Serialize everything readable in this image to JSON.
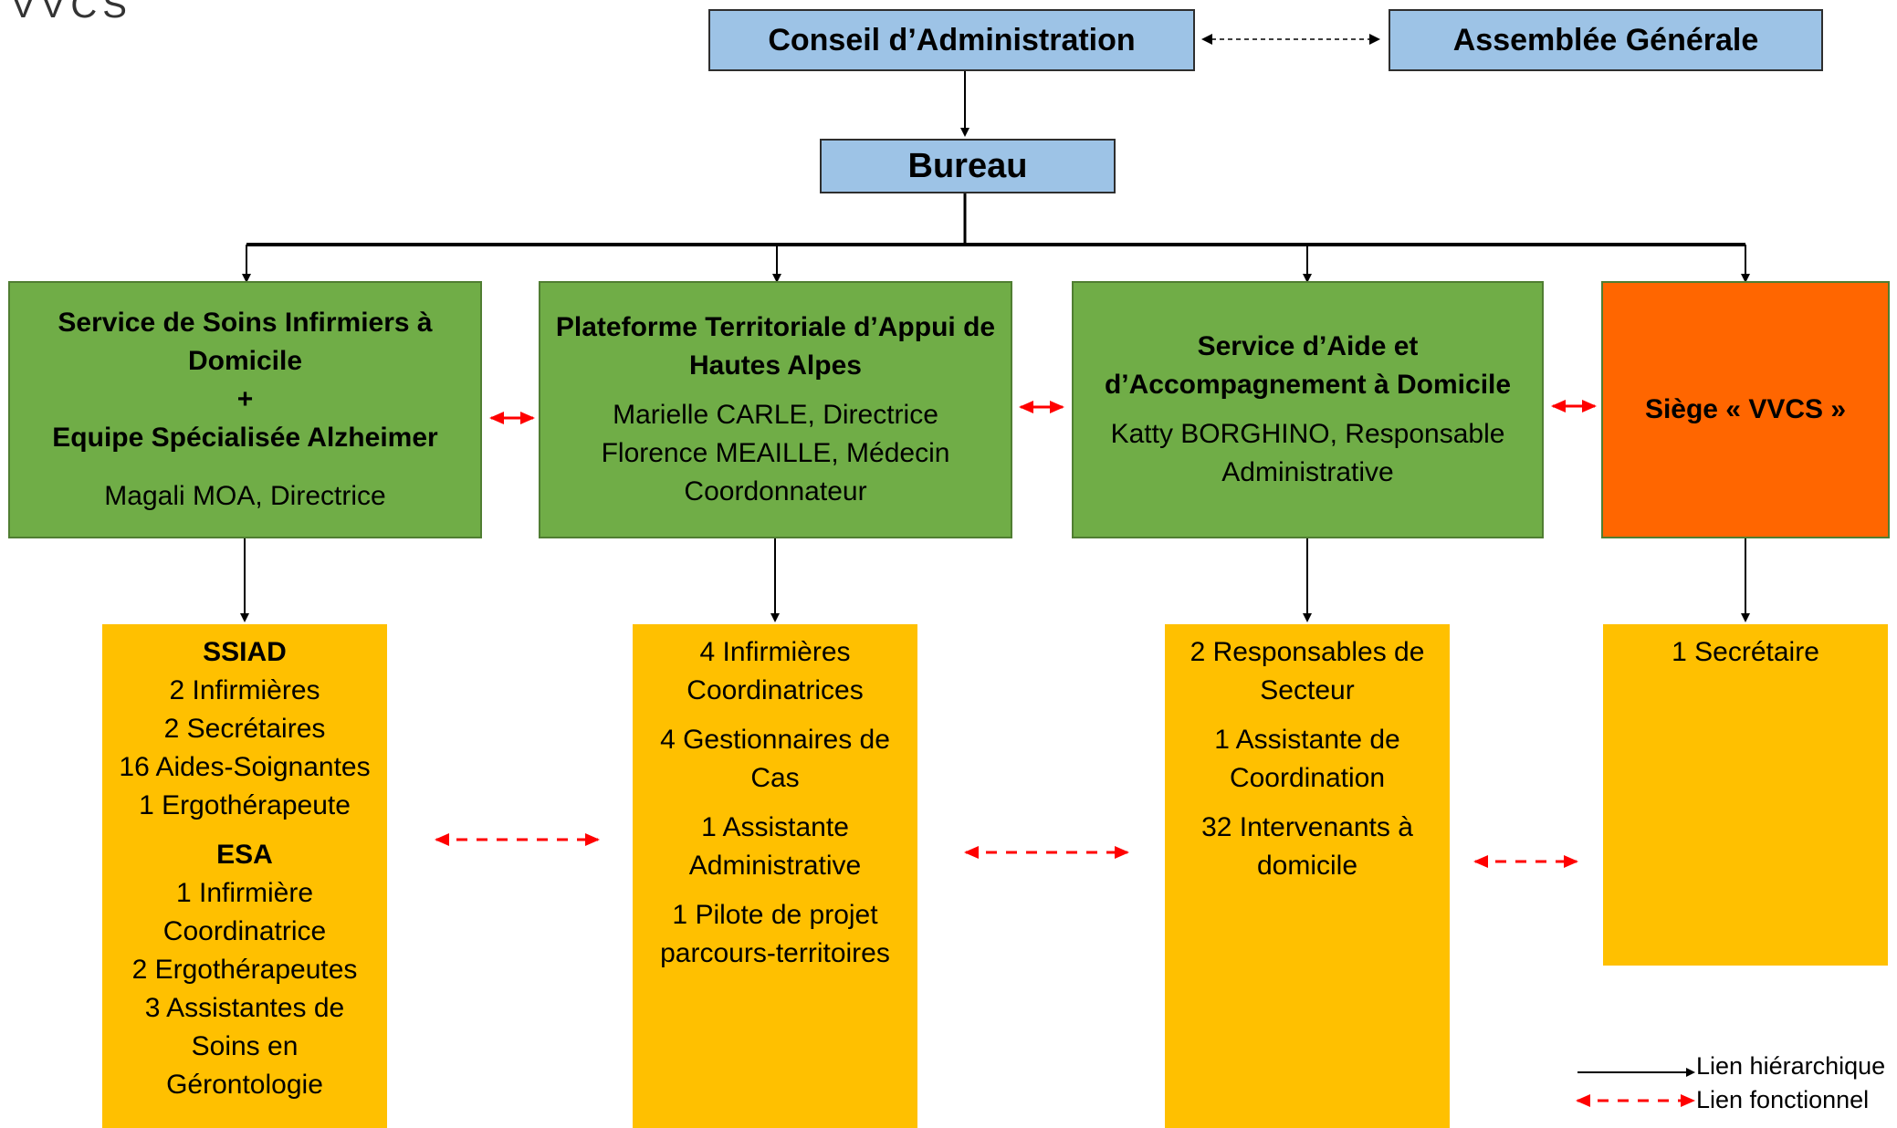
{
  "logo": "VVCS",
  "top": {
    "conseil": "Conseil d’Administration",
    "assemblee": "Assemblée Générale",
    "bureau": "Bureau"
  },
  "services": [
    {
      "name_lines": [
        "Service de Soins Infirmiers à",
        "Domicile",
        "+",
        "Equipe Spécialisée Alzheimer"
      ],
      "staff_lines": [
        "Magali MOA, Directrice"
      ]
    },
    {
      "name_lines": [
        "Plateforme Territoriale d’Appui de",
        "Hautes Alpes"
      ],
      "staff_lines": [
        "Marielle CARLE, Directrice",
        "Florence MEAILLE, Médecin",
        "Coordonnateur"
      ]
    },
    {
      "name_lines": [
        "Service d’Aide et",
        "d’Accompagnement à Domicile"
      ],
      "staff_lines": [
        "Katty BORGHINO, Responsable",
        "Administrative"
      ]
    },
    {
      "name_lines": [
        "Siège « VVCS »"
      ],
      "staff_lines": []
    }
  ],
  "teams": [
    {
      "groups": [
        {
          "title": "SSIAD",
          "lines": [
            "2 Infirmières",
            "2 Secrétaires",
            "16 Aides-Soignantes",
            "1 Ergothérapeute"
          ]
        },
        {
          "title": "ESA",
          "lines": [
            "1 Infirmière",
            "Coordinatrice",
            "2 Ergothérapeutes",
            "3 Assistantes de",
            "Soins en",
            "Gérontologie"
          ]
        }
      ]
    },
    {
      "items": [
        [
          "4 Infirmières",
          "Coordinatrices"
        ],
        [
          "4 Gestionnaires de",
          "Cas"
        ],
        [
          "1 Assistante",
          "Administrative"
        ],
        [
          "1 Pilote de projet",
          "parcours-territoires"
        ]
      ]
    },
    {
      "items": [
        [
          "2 Responsables de",
          "Secteur"
        ],
        [
          "1 Assistante de",
          "Coordination"
        ],
        [
          "32 Intervenants à",
          "domicile"
        ]
      ]
    },
    {
      "items": [
        [
          "1 Secrétaire"
        ]
      ]
    }
  ],
  "legend": {
    "hierarchical": "Lien hiérarchique",
    "functional": "Lien fonctionnel"
  },
  "colors": {
    "blue": "#9dc3e6",
    "green": "#70ad47",
    "orange": "#ff6600",
    "yellow": "#ffc000",
    "functional_link": "#ff0000"
  }
}
